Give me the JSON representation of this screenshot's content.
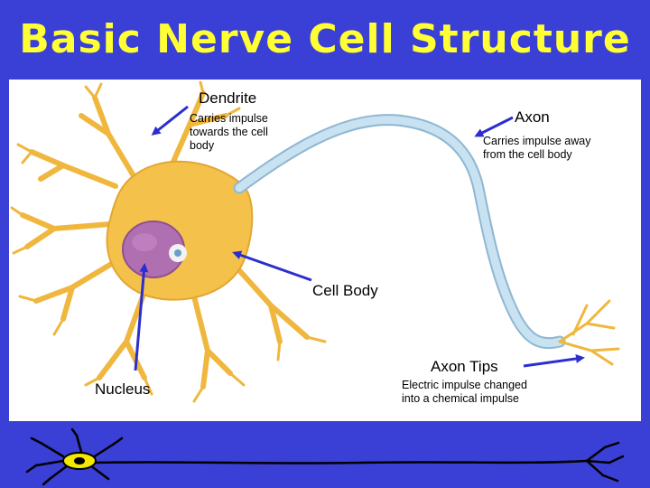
{
  "slide": {
    "title": "Basic Nerve Cell Structure"
  },
  "labels": {
    "dendrite": {
      "name": "Dendrite",
      "desc": "Carries impulse\ntowards the cell\n body"
    },
    "axon": {
      "name": "Axon",
      "desc": "Carries impulse away\nfrom the cell body"
    },
    "cell_body": {
      "name": "Cell Body"
    },
    "axon_tips": {
      "name": "Axon Tips",
      "desc": "Electric impulse changed\ninto a chemical impulse"
    },
    "nucleus": {
      "name": "Nucleus"
    }
  },
  "colors": {
    "background": "#3a3fd6",
    "title": "#ffff33",
    "cell_body": "#f4c24a",
    "nucleus": "#b06fb0",
    "axon": "#a9cfe6",
    "arrow": "#2b2ecf"
  }
}
